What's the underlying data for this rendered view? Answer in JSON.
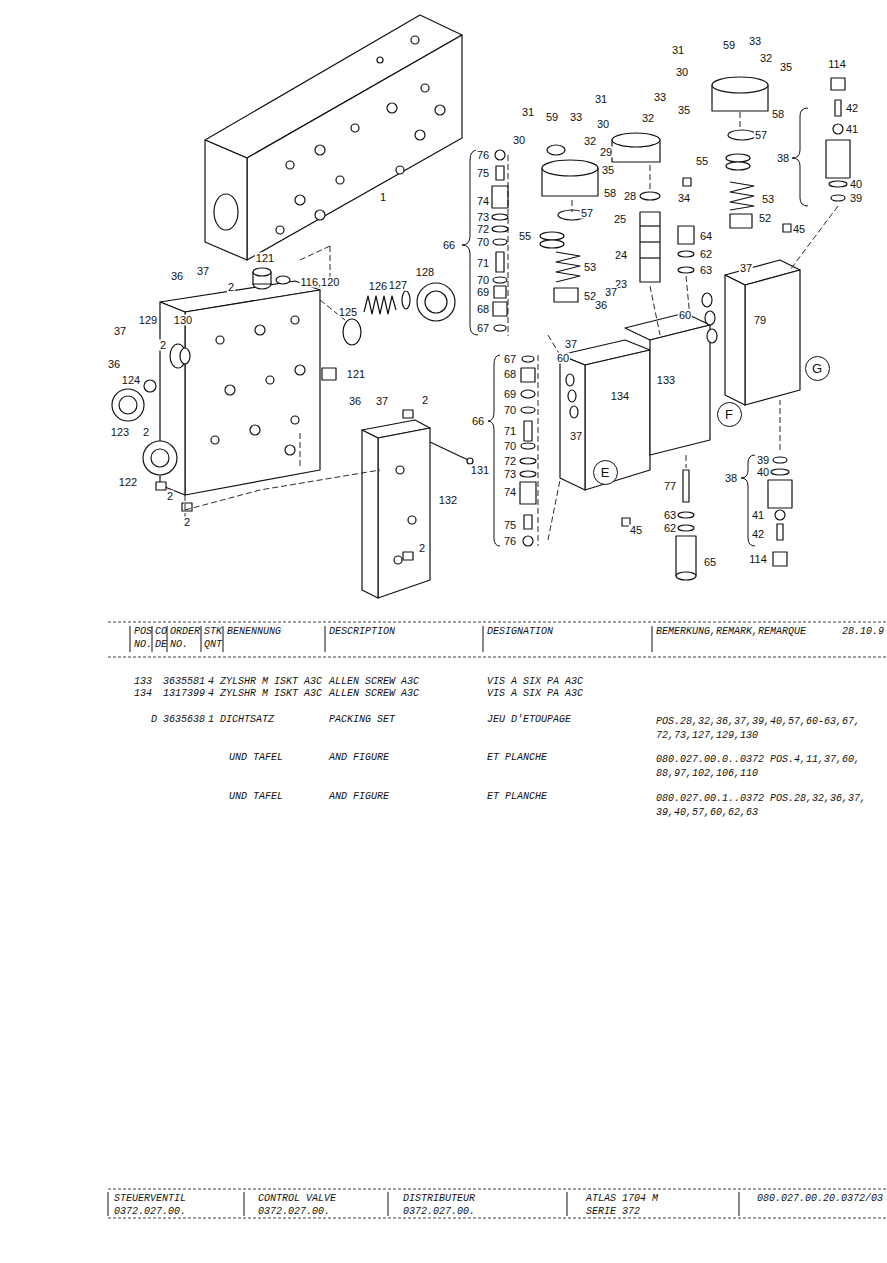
{
  "diagram": {
    "nodes": [
      {
        "text": [
          "E"
        ]
      },
      {
        "text": [
          "F"
        ]
      },
      {
        "text": [
          "G"
        ]
      }
    ],
    "labels": [
      "1",
      "121",
      "116,120",
      "128",
      "127",
      "126",
      "125",
      "36",
      "37",
      "2",
      "129",
      "130",
      "37",
      "36",
      "2",
      "124",
      "123",
      "2",
      "121",
      "36",
      "37",
      "2",
      "131",
      "132",
      "122",
      "2",
      "2",
      "2",
      "31",
      "59",
      "33",
      "32",
      "30",
      "35",
      "114",
      "42",
      "41",
      "31",
      "33",
      "35",
      "30",
      "32",
      "58",
      "57",
      "31",
      "59",
      "33",
      "32",
      "30",
      "29",
      "55",
      "38",
      "76",
      "35",
      "34",
      "75",
      "58",
      "28",
      "40",
      "39",
      "74",
      "73",
      "25",
      "57",
      "72",
      "55",
      "70",
      "66",
      "53",
      "52",
      "45",
      "24",
      "64",
      "62",
      "63",
      "53",
      "71",
      "70",
      "69",
      "23",
      "52",
      "37",
      "37",
      "36",
      "68",
      "79",
      "60",
      "67",
      "37",
      "67",
      "60",
      "68",
      "133",
      "134",
      "69",
      "70",
      "66",
      "37",
      "71",
      "70",
      "72",
      "73",
      "74",
      "39",
      "40",
      "38",
      "77",
      "41",
      "42",
      "63",
      "62",
      "45",
      "75",
      "76",
      "65",
      "114",
      "POS",
      "CO",
      "ORDER",
      "STK",
      "BENENNUNG",
      "DESCRIPTION",
      "DESIGNATION",
      "BEMERKUNG,REMARK,REMARQUE",
      "28.10.9",
      "NO.",
      "DE",
      "NO.",
      "QNT",
      "133",
      "3635581",
      "4",
      "ZYLSHR M ISKT A3C",
      "ALLEN SCREW A3C",
      "VIS A SIX PA A3C",
      "134",
      "1317399",
      "4",
      "ZYLSHR M ISKT A3C",
      "ALLEN SCREW A3C",
      "VIS A SIX PA A3C",
      "D",
      "3635638",
      "1",
      "DICHTSATZ",
      "PACKING SET",
      "JEU D'ETOUPAGE",
      "POS.28,32,36,37,39,40,57,60-63,67, 72,73,127,129,130",
      "UND TAFEL",
      "AND FIGURE",
      "ET PLANCHE",
      "080.027.00.0..0372 POS.4,11,37,60, 88,97,102,106,110",
      "UND TAFEL",
      "AND FIGURE",
      "ET PLANCHE",
      "080.027.00.1..0372 POS.28,32,36,37, 39,40,57,60,62,63",
      "STEUERVENTIL",
      "0372.027.00.",
      "CONTROL VALVE",
      "0372.027.00.",
      "DISTRIBUTEUR",
      "0372.027.00.",
      "ATLAS 1704 M",
      "SERIE 372",
      "080.027.00.20.0372/03"
    ]
  }
}
